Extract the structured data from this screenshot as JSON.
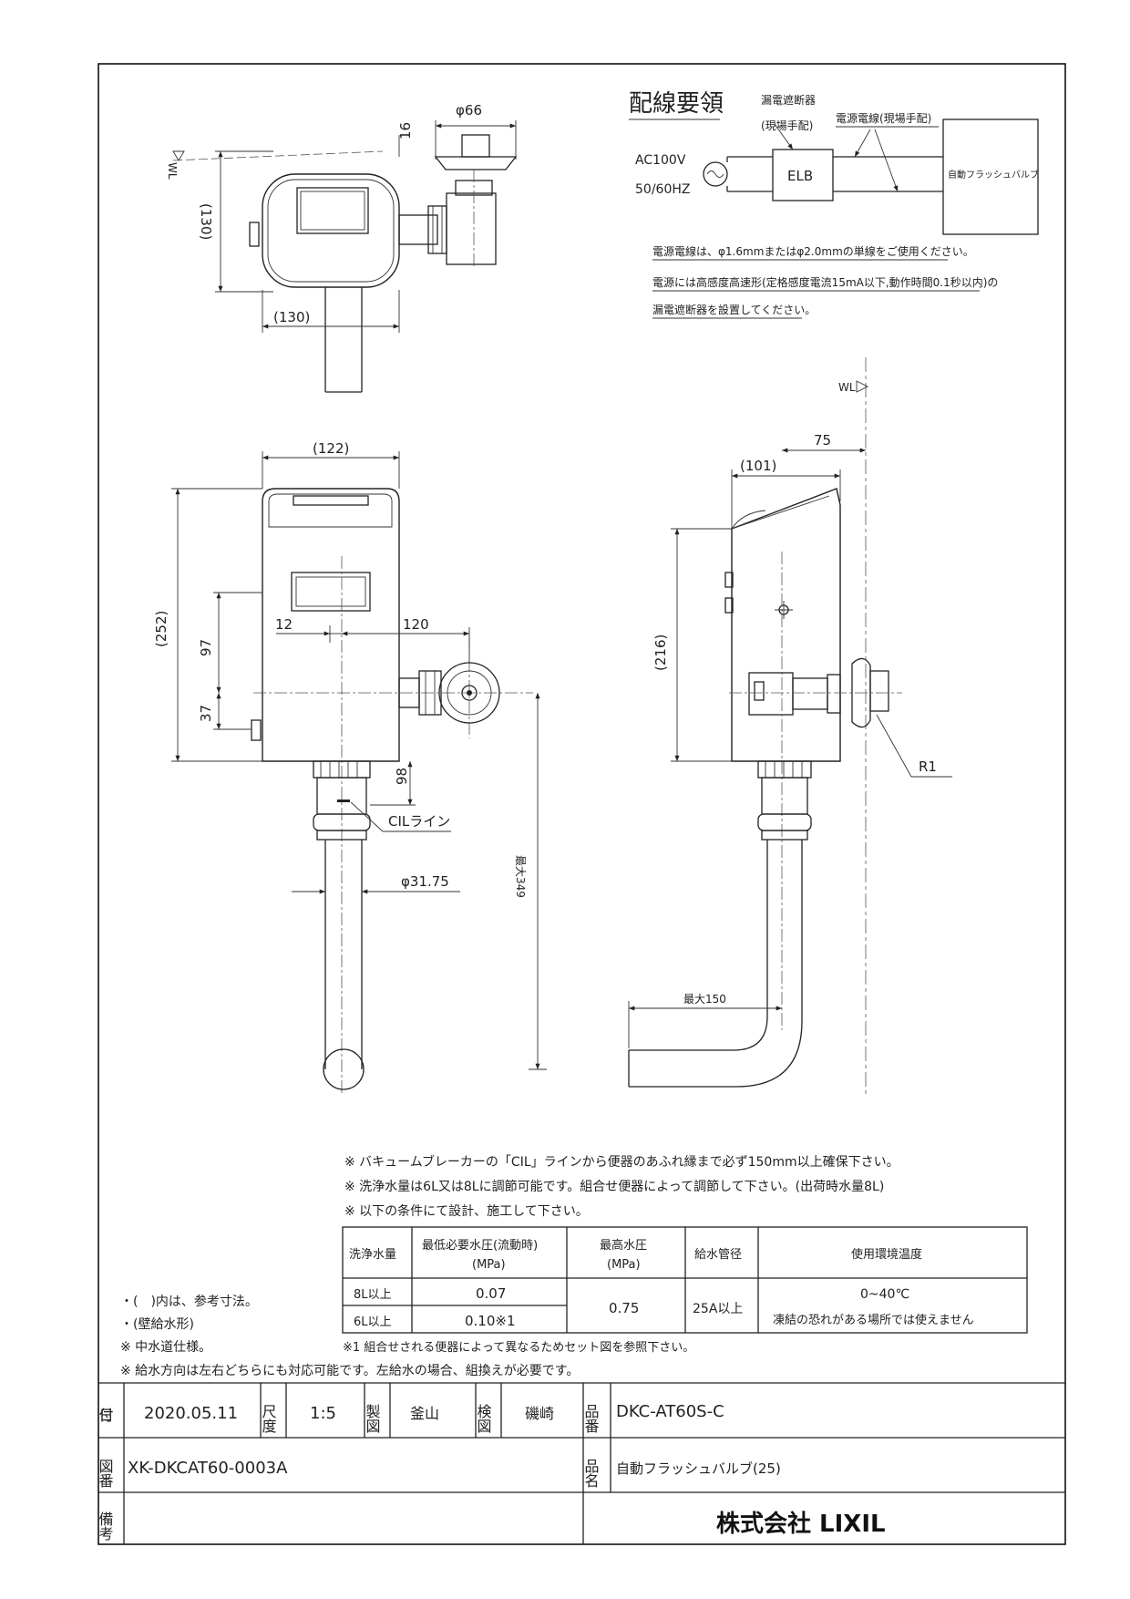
{
  "wiring": {
    "title": "配線要領",
    "breaker_label": "漏電遮断器",
    "breaker_sub": "(現場手配)",
    "cable_label": "電源電線(現場手配)",
    "power_line1": "AC100V",
    "power_line2": "50/60HZ",
    "elb": "ELB",
    "device": "自動フラッシュバルブ",
    "note1": "電源電線は、φ1.6mmまたはφ2.0mmの単線をご使用ください。",
    "note2": "電源には高感度高速形(定格感度電流15mA以下,動作時間0.1秒以内)の",
    "note3": "漏電遮断器を設置してください。"
  },
  "dims": {
    "d66": "φ66",
    "d16": "16",
    "wl": "WL",
    "d130v": "(130)",
    "d130h": "(130)",
    "d122": "(122)",
    "d252": "(252)",
    "d97": "97",
    "d37": "37",
    "d12": "12",
    "d120": "120",
    "d98": "98",
    "cil": "CILライン",
    "d3175": "φ31.75",
    "max349": "最大349",
    "wl2": "WL",
    "d75": "75",
    "d101": "(101)",
    "d216": "(216)",
    "r1": "R1",
    "max150": "最大150"
  },
  "notes": {
    "n1": "※ バキュームブレーカーの「CIL」ラインから便器のあふれ縁まで必ず150mm以上確保下さい。",
    "n2": "※ 洗浄水量は6L又は8Lに調節可能です。組合せ便器によって調節して下さい。(出荷時水量8L)",
    "n3": "※ 以下の条件にて設計、施工して下さい。",
    "left1": "・(　)内は、参考寸法。",
    "left2": "・(壁給水形)",
    "left3": "※ 中水道仕様。",
    "foot1": "※1 組合せされる便器によって異なるためセット図を参照下さい。",
    "foot2": "※ 給水方向は左右どちらにも対応可能です。左給水の場合、組換えが必要です。"
  },
  "spec_table": {
    "headers": [
      "洗浄水量",
      "最低必要水圧(流動時)",
      "(MPa)",
      "最高水圧",
      "(MPa)",
      "給水管径",
      "使用環境温度"
    ],
    "rows": [
      {
        "flow": "8L以上",
        "min_pressure": "0.07"
      },
      {
        "flow": "6L以上",
        "min_pressure": "0.10※1"
      }
    ],
    "max_pressure": "0.75",
    "pipe": "25A以上",
    "temp": "0~40℃",
    "temp_note": "凍結の恐れがある場所では使えません"
  },
  "title_block": {
    "date_label": "日付",
    "date": "2020.05.11",
    "scale_label": "尺度",
    "scale": "1:5",
    "drawn_label": "製図",
    "drawn": "釜山",
    "check_label": "検図",
    "checked": "磯崎",
    "part_label": "品番",
    "part_no": "DKC-AT60S-C",
    "drawing_label": "図番",
    "drawing_no": "XK-DKCAT60-0003A",
    "name_label": "品名",
    "name": "自動フラッシュバルブ(25)",
    "remarks_label": "備考",
    "company": "株式会社 LIXIL"
  }
}
